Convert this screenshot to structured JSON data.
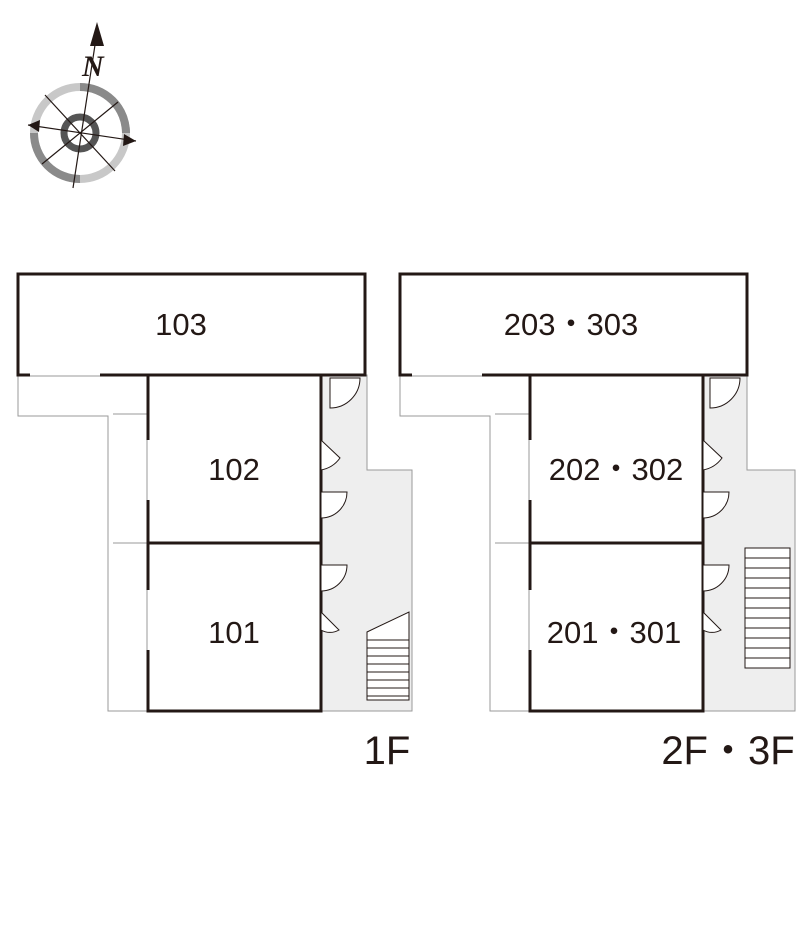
{
  "compass": {
    "north_label": "N"
  },
  "floor_1": {
    "label": "1F",
    "rooms": {
      "top": "103",
      "middle": "102",
      "bottom": "101"
    }
  },
  "floor_2_3": {
    "label": "2F・3F",
    "rooms": {
      "top": "203・303",
      "middle": "202・302",
      "bottom": "201・301"
    }
  },
  "colors": {
    "wall": "#231815",
    "corridor": "#eeeeee",
    "outline": "#9a9a9a"
  }
}
